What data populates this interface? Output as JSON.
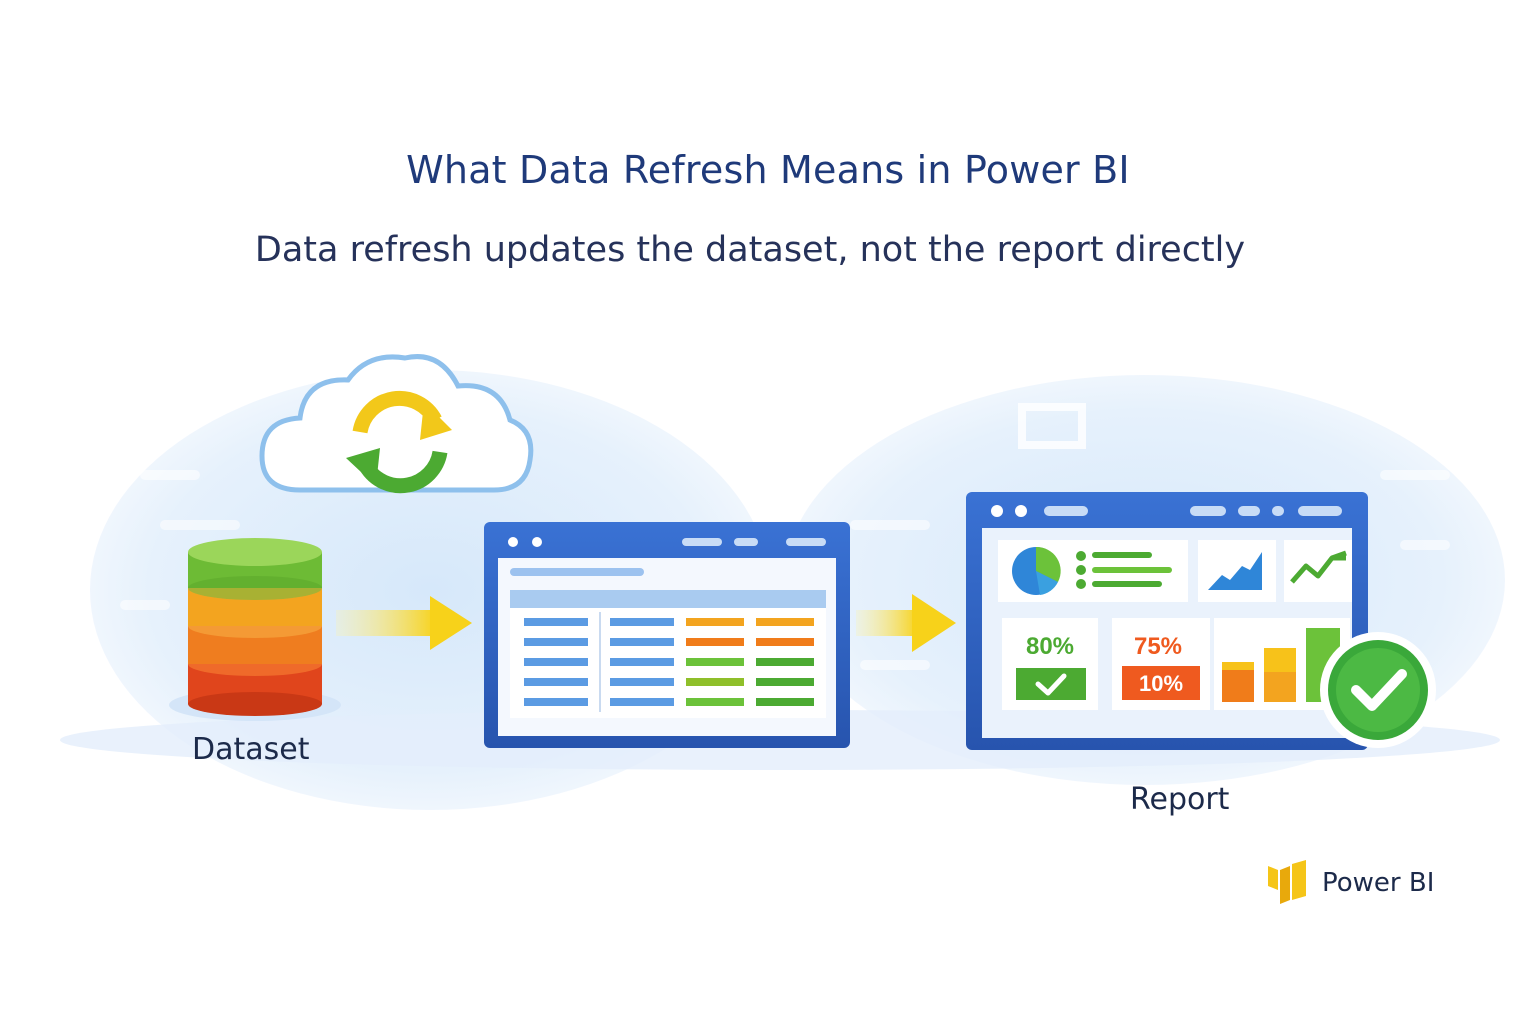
{
  "header": {
    "title": "What Data Refresh Means in Power BI",
    "subtitle": "Data refresh updates the dataset, not the report directly"
  },
  "labels": {
    "dataset": "Dataset",
    "report": "Report"
  },
  "report_tiles": {
    "kpi_green": "80%",
    "kpi_orange": "75%",
    "kpi_orange_badge": "10%"
  },
  "brand": {
    "name": "Power BI",
    "icon": "power-bi-logo-icon"
  },
  "colors": {
    "title": "#1f3a7a",
    "window_frame": "#2f62c4",
    "arrow": "#f7d21a",
    "green": "#4caa32",
    "orange": "#f07c1a",
    "red": "#e0451c",
    "check_badge": "#3aa83a"
  }
}
